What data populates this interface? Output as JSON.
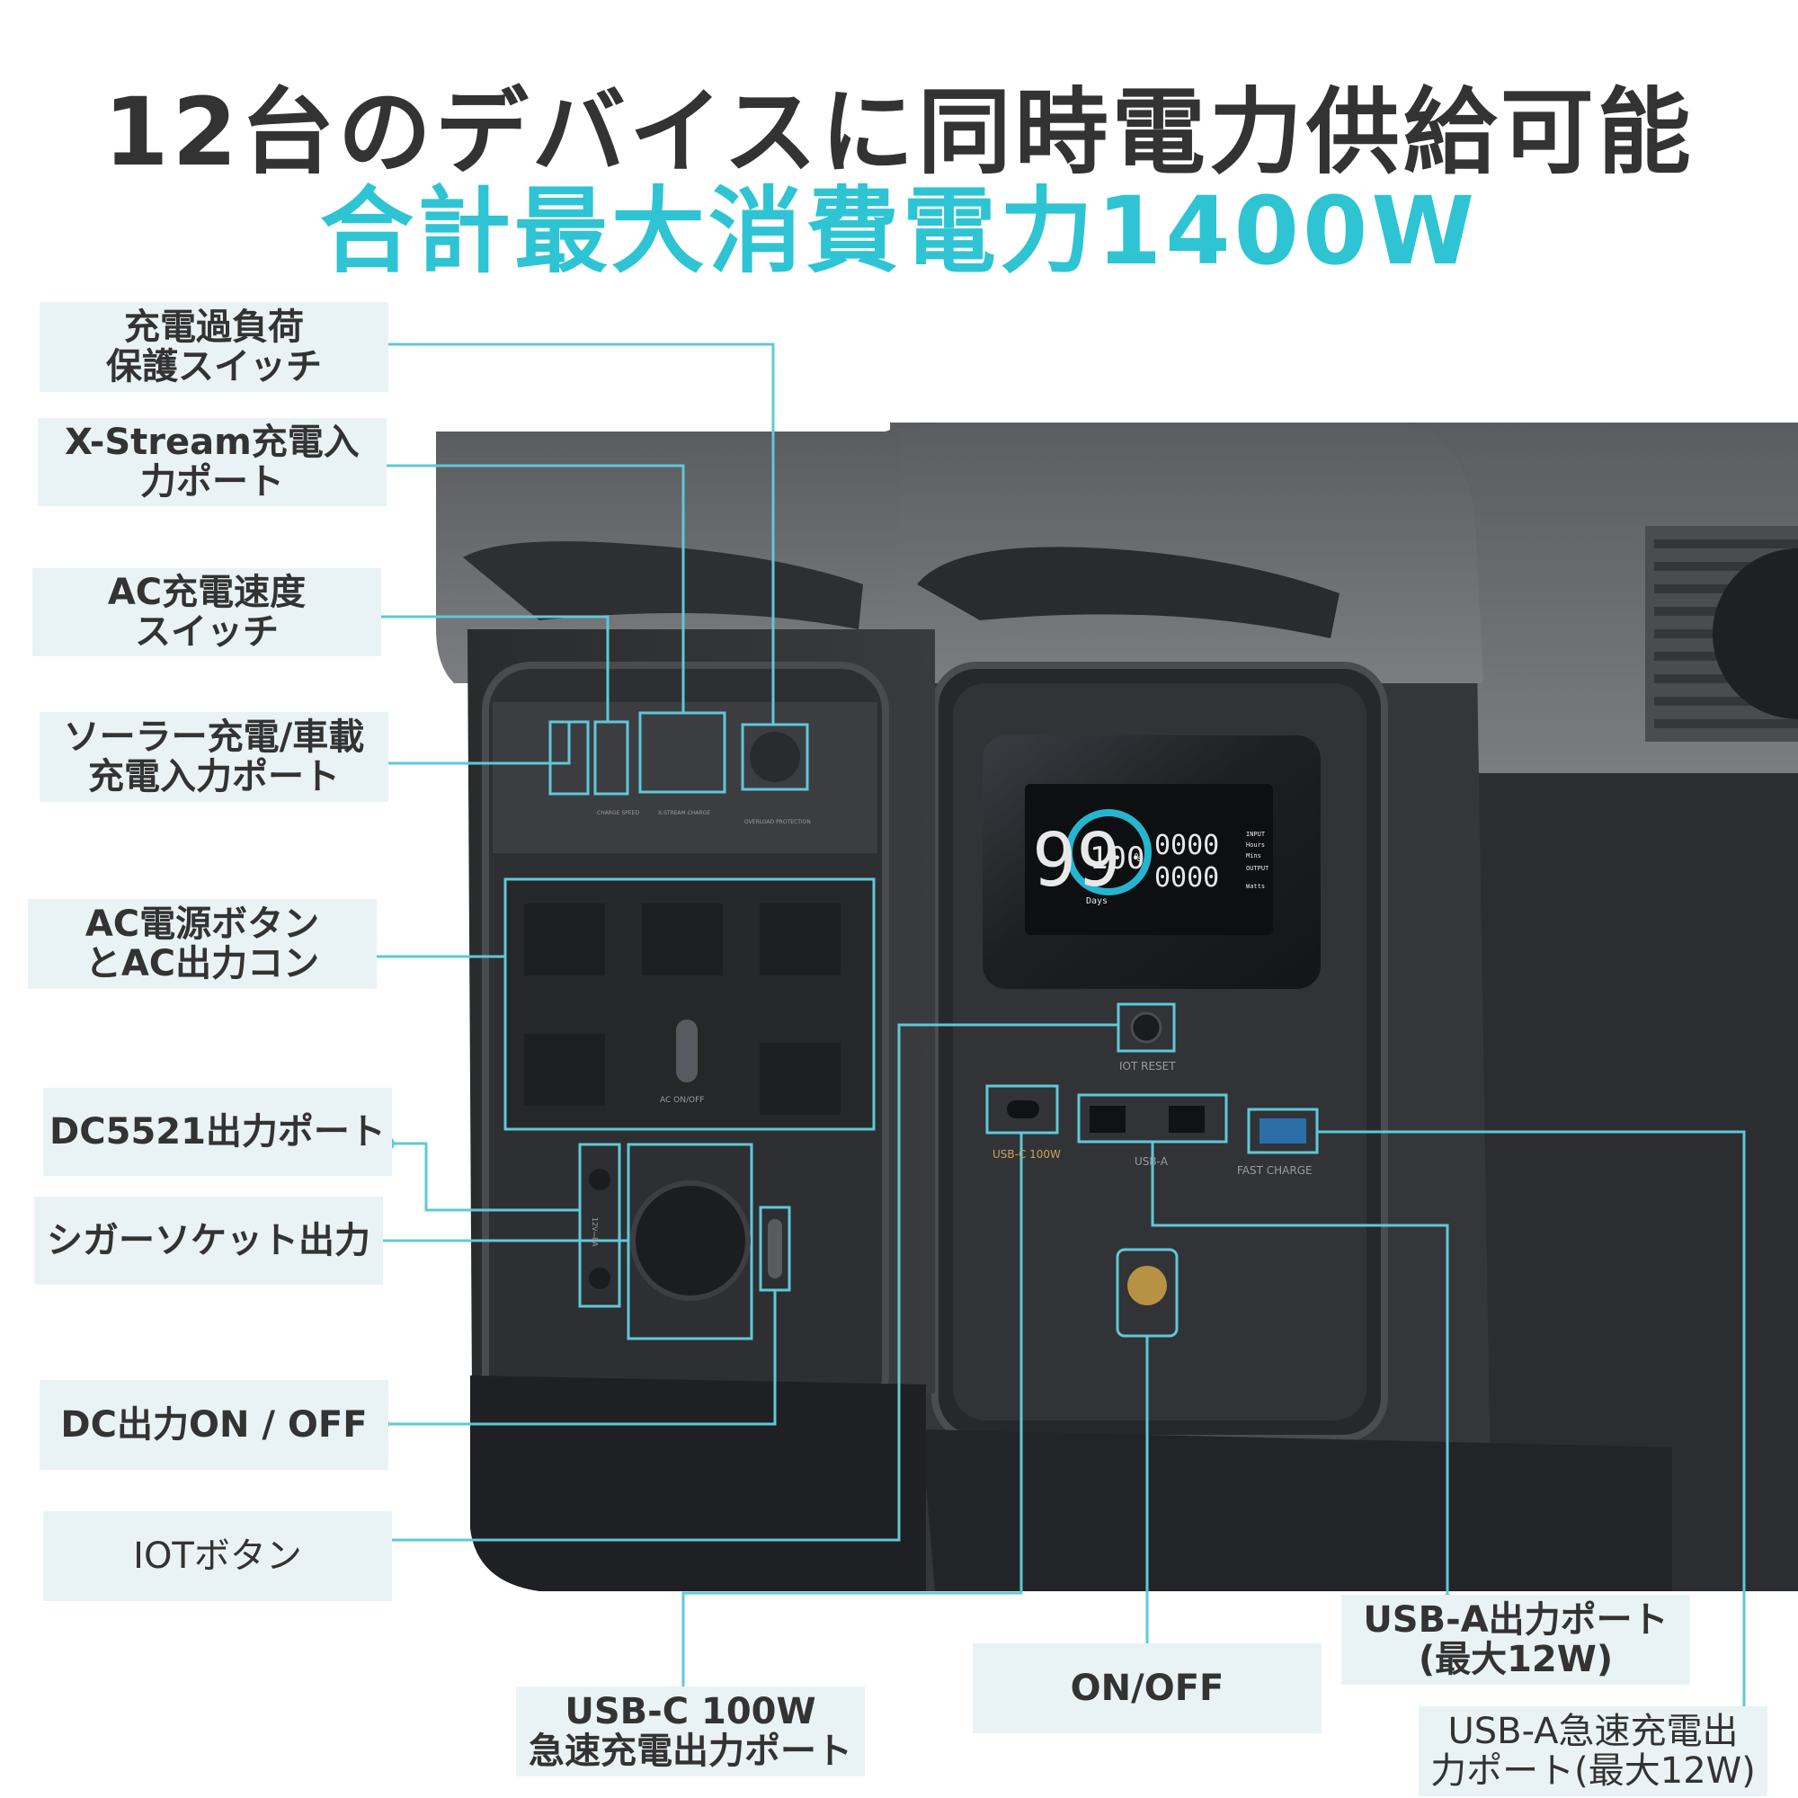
{
  "headline": {
    "line1": "12台のデバイスに同時電力供給可能",
    "line2": "合計最大消費電力1400W"
  },
  "colors": {
    "accent": "#2ec4d3",
    "callout_line": "#5fc8d8",
    "label_bg": "#e9f3f5",
    "device_dark": "#2b2c2e",
    "device_grey": "#6a6c6f"
  },
  "labels": {
    "overload_switch": "充電過負荷\n保護スイッチ",
    "xstream_input": "X-Stream充電入\n力ポート",
    "ac_speed_switch": "AC充電速度\nスイッチ",
    "solar_car_input": "ソーラー充電/車載\n充電入力ポート",
    "ac_power_outlets": "AC電源ボタン\nとAC出力コン",
    "dc5521_output": "DC5521出力ポート",
    "cigar_socket": "シガーソケット出力",
    "dc_on_off": "DC出力ON / OFF",
    "iot_button": "IOTボタン",
    "usbc_output": "USB-C 100W\n急速充電出力ポート",
    "on_off": "ON/OFF",
    "usba_output": "USB-A出力ポート\n(最大12W)",
    "usba_fast_output": "USB-A急速充電出\n力ポート(最大12W)"
  },
  "device": {
    "display_days": "99",
    "display_days_unit": "Days",
    "display_percent": "100",
    "display_percent_unit": "%",
    "display_digits_top": "0000",
    "display_digits_bottom": "0000",
    "display_input_label": "INPUT",
    "display_output_label": "OUTPUT",
    "display_hours_label": "Hours",
    "display_mins_label": "Mins",
    "display_watts_label": "Watts",
    "iot_reset_label": "IOT RESET",
    "usbc_port_label": "USB-C 100W",
    "usba_port_label": "USB-A",
    "fast_charge_label": "FAST CHARGE",
    "ac_on_off_label": "AC ON/OFF",
    "dc_label": "12V⎓8A",
    "xstream_port_label": "X-STREAM CHARGE",
    "overload_port_label": "OVERLOAD PROTECTION",
    "ac_speed_port_label": "CHARGE SPEED"
  }
}
